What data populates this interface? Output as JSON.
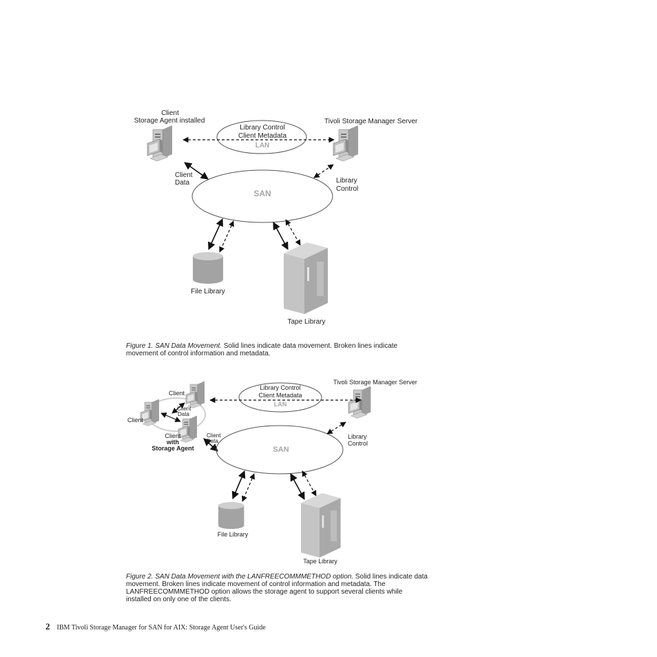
{
  "figure1": {
    "client_line1": "Client",
    "client_line2": "Storage Agent installed",
    "server": "Tivoli Storage Manager Server",
    "lan_line1": "Library Control",
    "lan_line2": "Client Metadata",
    "lan": "LAN",
    "client_data_line1": "Client",
    "client_data_line2": "Data",
    "library_control_line1": "Library",
    "library_control_line2": "Control",
    "san": "SAN",
    "file_library": "File Library",
    "tape_library": "Tape Library",
    "caption_title": "Figure 1. SAN Data Movement.",
    "caption_text": " Solid lines indicate data movement. Broken lines indicate movement of control information and metadata."
  },
  "figure2": {
    "server": "Tivoli Storage Manager Server",
    "client_top": "Client",
    "client_left": "Client",
    "client_data_a_line1": "Client",
    "client_data_a_line2": "Data",
    "client_sa_line1": "Client",
    "client_sa_line2": "with",
    "client_sa_line3": "Storage Agent",
    "client_data_b_line1": "Client",
    "client_data_b_line2": "Data",
    "lan_line1": "Library Control",
    "lan_line2": "Client Metadata",
    "lan": "LAN",
    "library_control_line1": "Library",
    "library_control_line2": "Control",
    "san": "SAN",
    "file_library": "File Library",
    "tape_library": "Tape Library",
    "caption_title": "Figure 2. SAN Data Movement with the LANFREECOMMMETHOD option.",
    "caption_text": " Solid lines indicate data movement. Broken lines indicate movement of control information and metadata. The LANFREECOMMMETHOD option allows the storage agent to support several clients while installed on only one of the clients."
  },
  "footer": {
    "page_number": "2",
    "title": "IBM Tivoli Storage Manager for SAN for AIX: Storage Agent User's Guide"
  }
}
